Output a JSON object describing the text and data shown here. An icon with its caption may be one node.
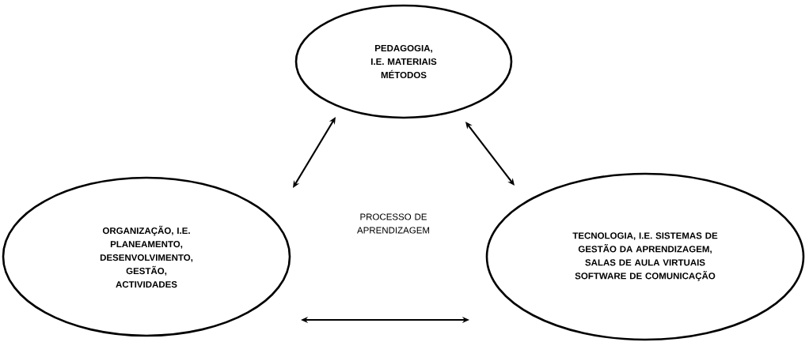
{
  "diagram": {
    "nodes": [
      {
        "text": [
          "PEDAGOGIA, I.E. MATERIAIS MÉTODOS"
        ]
      },
      {
        "text": [
          "ORGANIZAÇÃO, I.E. PLANEAMENTO, DESENVOLVIMENTO, GESTÃO, ACTIVIDADES"
        ]
      },
      {
        "text": [
          "TECNOLOGIA, I.E. SISTEMAS DE GESTÃO DA APRENDIZAGEM, SALAS DE AULA VIRTUAIS SOFTWARE DE COMUNICAÇÃO"
        ]
      }
    ],
    "edges": [
      {
        "from": 0,
        "to": 1,
        "arrow": "both"
      },
      {
        "from": 0,
        "to": 2,
        "arrow": "both"
      },
      {
        "from": 1,
        "to": 2,
        "arrow": "both"
      }
    ],
    "labels": [
      "PROCESSO DE APRENDIZAGEM"
    ]
  }
}
